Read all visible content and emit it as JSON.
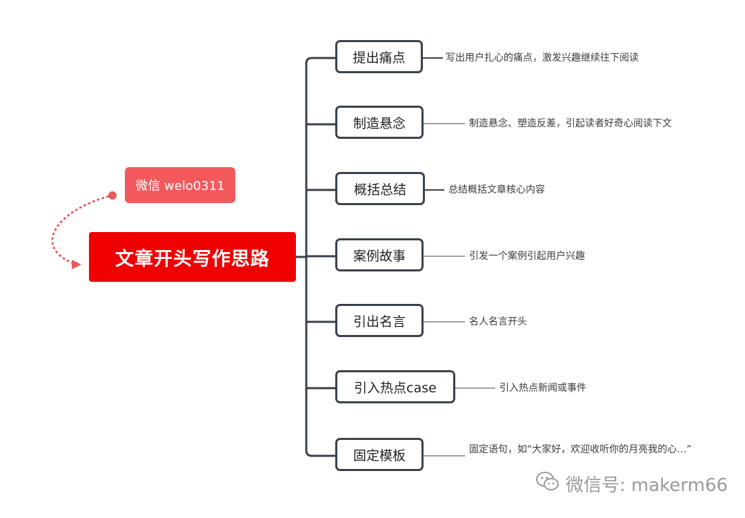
{
  "central": {
    "label": "文章开头写作思路"
  },
  "note": {
    "label": "微信 welo0311"
  },
  "topics": [
    {
      "label": "提出痛点",
      "description": "写出用户扎心的痛点，激发兴趣继续往下阅读"
    },
    {
      "label": "制造悬念",
      "description": "制造悬念、塑造反差，引起读者好奇心阅读下文"
    },
    {
      "label": "概括总结",
      "description": "总结概括文章核心内容"
    },
    {
      "label": "案例故事",
      "description": "引发一个案例引起用户兴趣"
    },
    {
      "label": "引出名言",
      "description": "名人名言开头"
    },
    {
      "label": "引入热点case",
      "description": "引入热点新闻或事件"
    },
    {
      "label": "固定模板",
      "description": "固定语句，如“大家好，欢迎收听你的月亮我的心…”"
    }
  ],
  "watermark": {
    "label": "微信号: makerm66",
    "icon": "wechat-icon"
  },
  "colors": {
    "central_bg": "#f00000",
    "note_bg": "#f2595c",
    "connector": "#3a414a",
    "dotted_arrow": "#e85a5a"
  }
}
